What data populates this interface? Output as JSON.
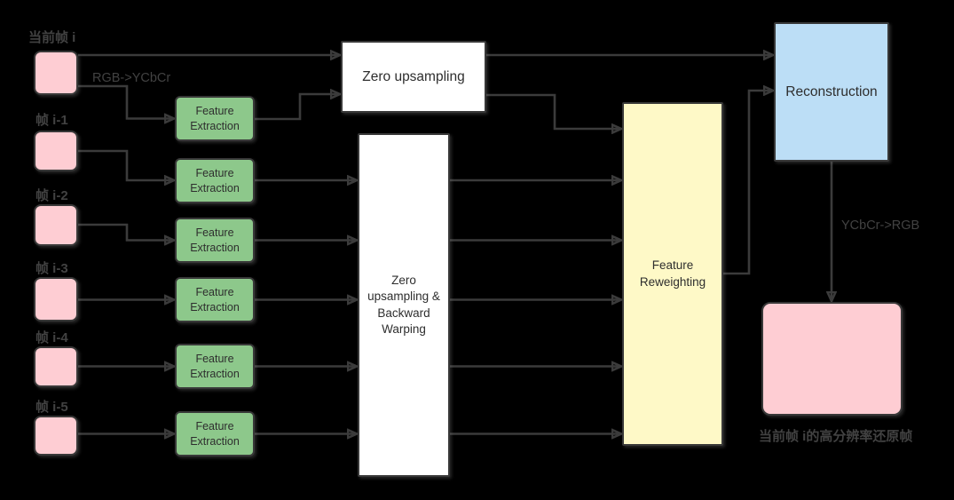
{
  "colors": {
    "background": "#000000",
    "frame_fill": "#fecdd3",
    "feature_extraction_fill": "#8dc88b",
    "process_fill": "#ffffff",
    "reweighting_fill": "#fef9c7",
    "reconstruction_fill": "#bcdef6",
    "stroke": "#3b3b3b",
    "label_text": "#424242"
  },
  "frames": [
    {
      "label": "当前帧 i"
    },
    {
      "label": "帧 i-1"
    },
    {
      "label": "帧 i-2"
    },
    {
      "label": "帧 i-3"
    },
    {
      "label": "帧 i-4"
    },
    {
      "label": "帧 i-5"
    }
  ],
  "nodes": {
    "zero_upsampling": "Zero upsampling",
    "zero_upsampling_backward_warping": "Zero upsampling & Backward Warping",
    "feature_extraction": "Feature Extraction",
    "feature_reweighting": "Feature Reweighting",
    "reconstruction": "Reconstruction"
  },
  "annotations": {
    "rgb_to_ycbcr": "RGB->YCbCr",
    "ycbcr_to_rgb": "YCbCr->RGB",
    "output_caption": "当前帧 i的高分辨率还原帧"
  }
}
